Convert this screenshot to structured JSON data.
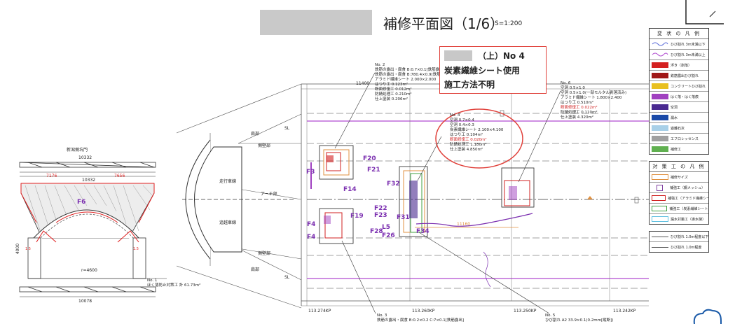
{
  "header": {
    "title": "補修平面図（1/6）",
    "scale": "S=1:200"
  },
  "callout": {
    "line1": "（上）No 4",
    "line2": "炭素繊維シート使用",
    "line3": "施工方法不明"
  },
  "section": {
    "title": "新潟側坑門",
    "dim_top": "10332",
    "dim_mid": "10332",
    "dim_left": "7176",
    "dim_right": "7656",
    "dim_bottom": "10078",
    "height": "4000",
    "radius": "r=4600",
    "label_f": "F6"
  },
  "tunnel_labels": {
    "sl_top": "SL",
    "sl_bottom": "SL",
    "shoulder_top": "肩部",
    "side_top": "側壁部",
    "left_lane": "走行車線",
    "right_lane": "追越車線",
    "arch": "アーチ部",
    "shoulder_bottom": "側壁部",
    "side_bottom": "肩部"
  },
  "notes": {
    "no1": {
      "title": "No. 1",
      "body": "ほく落防止対策工 計 61.73m²"
    },
    "no2": {
      "title": "No. 2",
      "body": [
        "鉄筋の露出・腐食 B:0.7×0.1[鉄筋露出]",
        "鉄筋の露出・腐食 B:780.4×0.9[鉄筋露出]",
        "アラミド繊維シート 2.000×2.000",
        "はつり工 0.123m²",
        "断面修復工 0.012m²",
        "防錆処理工 0.210m²",
        "仕上塗装 0.206m²"
      ]
    },
    "no4": {
      "title": "No. 4",
      "body": [
        "空洞 0.7×0.4",
        "空洞 0.4×0.3",
        "炭素繊維シート 2.100×4.100",
        "はつり工 0.104m²",
        "断面修復工 0.020m²",
        "防錆処理工 1.180m²",
        "仕上塗装 4.850m²"
      ]
    },
    "no6": {
      "title": "No. 6",
      "body": [
        "空洞 0.5×1.0",
        "空洞 0.5×1.0(一部モルタル剥落済み)",
        "アラミド繊維シート 1.800×2.400",
        "はつり工 0.510m²",
        "断面修復工 0.022m²",
        "防錆処理工 0.110m²",
        "仕上塗装 4.320m²"
      ]
    },
    "no3": {
      "title": "No. 3",
      "body": "鉄筋の露出・腐食 B:0.2×0.2 C:7×0.1[鉄筋露出]"
    },
    "no5": {
      "title": "No. 5",
      "body": "ひび割れ A2 33.9×0.1(0.2mm[縦断])"
    }
  },
  "kilo": [
    "113.274KP",
    "113.260KP",
    "113.250KP",
    "113.242KP"
  ],
  "dims": {
    "top_left": "11400",
    "mid": "11160"
  },
  "flabels": [
    "F3",
    "F4",
    "F20",
    "F21",
    "F14",
    "F19",
    "F22",
    "F23",
    "F28",
    "L5",
    "F26",
    "F32",
    "F31",
    "F34",
    "F4"
  ],
  "legend1": {
    "title": "変 状 の 凡 例",
    "rows": [
      {
        "label": "ひび割れ 3m未満以下",
        "color": "#5a6bd8"
      },
      {
        "label": "ひび割れ 3m未満以上",
        "color": "#b04ad0"
      },
      {
        "label": "浮き（剥落）",
        "color": "#d42020"
      },
      {
        "label": "鉄筋露出ひび割れ",
        "color": "#a01818"
      },
      {
        "label": "コンクリートひび割れ",
        "color": "#e8c020"
      },
      {
        "label": "はく落・はく落痕",
        "color": "#a040c0"
      },
      {
        "label": "空洞",
        "color": "#4a2a90"
      },
      {
        "label": "漏水",
        "color": "#1a4aa8"
      },
      {
        "label": "遊離石灰",
        "color": "#a8d0e8"
      },
      {
        "label": "エフロレッセンス",
        "color": "#a0a0a0"
      },
      {
        "label": "補修工",
        "color": "#60b050"
      }
    ]
  },
  "legend2": {
    "title": "対 策 工 の 凡 例",
    "rows": [
      {
        "label": "補修サイズ",
        "color": "#e09040"
      },
      {
        "label": "補強工（鋼メッシュ）",
        "color": "#8040a0"
      },
      {
        "label": "補強工（アラミド繊維シート）",
        "color": "#d02020"
      },
      {
        "label": "補強工（炭素繊維シート）",
        "color": "#40a040"
      },
      {
        "label": "漏水対策工（導水樋）",
        "color": "#60c0e0"
      }
    ]
  },
  "legend3": {
    "rows": [
      {
        "label": "ひび割れ 1.0m程度以下"
      },
      {
        "label": "ひび割れ 1.0m程度"
      }
    ]
  }
}
